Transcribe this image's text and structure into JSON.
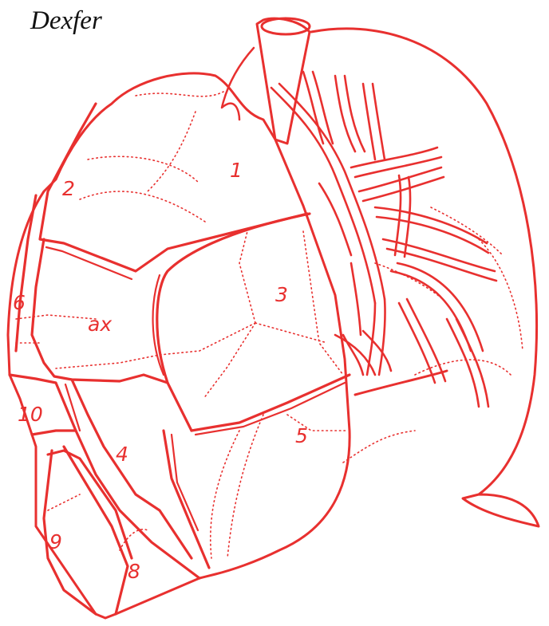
{
  "title": "Dexfer",
  "colors": {
    "line": "#e8302f",
    "background": "#ffffff",
    "text": "#111111"
  },
  "segments": [
    {
      "id": "seg-1",
      "label": "1"
    },
    {
      "id": "seg-2",
      "label": "2"
    },
    {
      "id": "seg-3",
      "label": "3"
    },
    {
      "id": "seg-4",
      "label": "4"
    },
    {
      "id": "seg-5",
      "label": "5"
    },
    {
      "id": "seg-6",
      "label": "6"
    },
    {
      "id": "seg-ax",
      "label": "ax"
    },
    {
      "id": "seg-8",
      "label": "8"
    },
    {
      "id": "seg-9",
      "label": "9"
    },
    {
      "id": "seg-10",
      "label": "10"
    }
  ]
}
